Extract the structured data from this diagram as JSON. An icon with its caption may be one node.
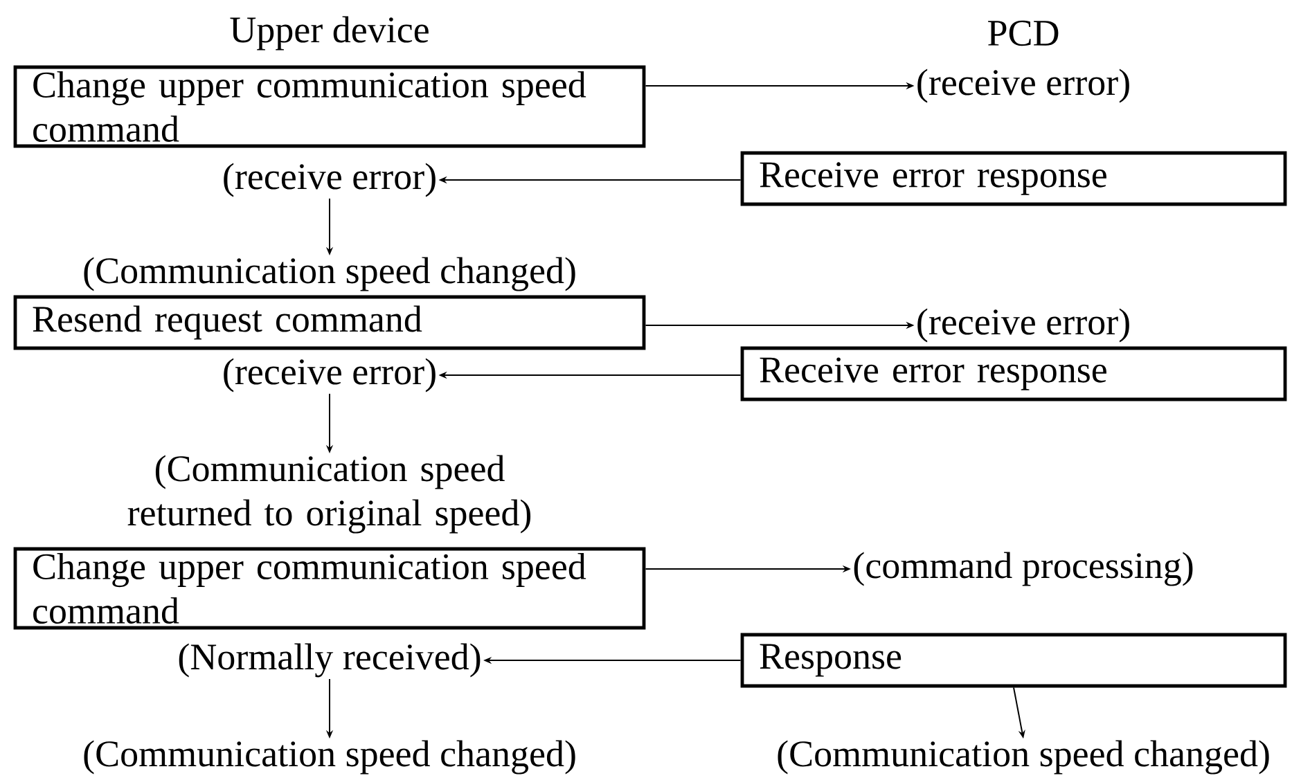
{
  "diagram": {
    "nodes": [
      {
        "text": [
          "Change upper communication speed command"
        ]
      },
      {
        "text": [
          "(receive error)"
        ]
      },
      {
        "text": [
          "(receive error)"
        ]
      },
      {
        "text": [
          "Receive error response"
        ]
      },
      {
        "text": [
          "(Communication speed changed)"
        ]
      },
      {
        "text": [
          "Resend request command"
        ]
      },
      {
        "text": [
          "(receive error)"
        ]
      },
      {
        "text": [
          "(receive error)"
        ]
      },
      {
        "text": [
          "Receive error response"
        ]
      },
      {
        "text": [
          "(Communication speed returned to original speed)"
        ]
      },
      {
        "text": [
          "Change upper communication speed command"
        ]
      },
      {
        "text": [
          "(command processing)"
        ]
      },
      {
        "text": [
          "(Normally received)"
        ]
      },
      {
        "text": [
          "Response"
        ]
      },
      {
        "text": [
          "(Communication speed changed)"
        ]
      },
      {
        "text": [
          "(Communication speed changed)"
        ]
      }
    ],
    "edges": [
      {
        "from": 0,
        "to": 1,
        "arrow": "to"
      },
      {
        "from": 3,
        "to": 2,
        "arrow": "to"
      },
      {
        "from": 2,
        "to": 4,
        "arrow": "to"
      },
      {
        "from": 5,
        "to": 6,
        "arrow": "to"
      },
      {
        "from": 8,
        "to": 7,
        "arrow": "to"
      },
      {
        "from": 7,
        "to": 9,
        "arrow": "to"
      },
      {
        "from": 10,
        "to": 11,
        "arrow": "to"
      },
      {
        "from": 13,
        "to": 12,
        "arrow": "to"
      },
      {
        "from": 12,
        "to": 14,
        "arrow": "to"
      },
      {
        "from": 13,
        "to": 15,
        "arrow": "to"
      }
    ],
    "labels": [
      "Upper device",
      "PCD"
    ]
  }
}
